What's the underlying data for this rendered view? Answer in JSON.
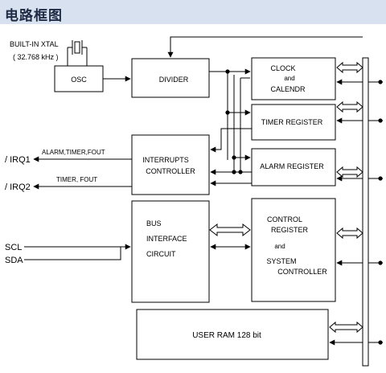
{
  "header": {
    "title": "电路框图"
  },
  "labels": {
    "xtal": "BUILT-IN XTAL",
    "freq": "( 32.768 kHz )",
    "osc": "OSC",
    "divider": "DIVIDER",
    "clock1": "CLOCK",
    "clock2": "and",
    "clock3": "CALENDR",
    "timer_reg": "TIMER REGISTER",
    "alarm_reg": "ALARM REGISTER",
    "int1": "INTERRUPTS",
    "int2": "CONTROLLER",
    "bus1": "BUS",
    "bus2": "INTERFACE",
    "bus3": "CIRCUIT",
    "ctrl1": "CONTROL",
    "ctrl2": "REGISTER",
    "ctrl3": "and",
    "ctrl4": "SYSTEM",
    "ctrl5": "CONTROLLER",
    "ram": "USER RAM 128 bit",
    "irq1": "/ IRQ1",
    "irq2": "/ IRQ2",
    "irq1_sig": "ALARM,TIMER,FOUT",
    "irq2_sig": "TIMER, FOUT",
    "scl": "SCL",
    "sda": "SDA"
  }
}
